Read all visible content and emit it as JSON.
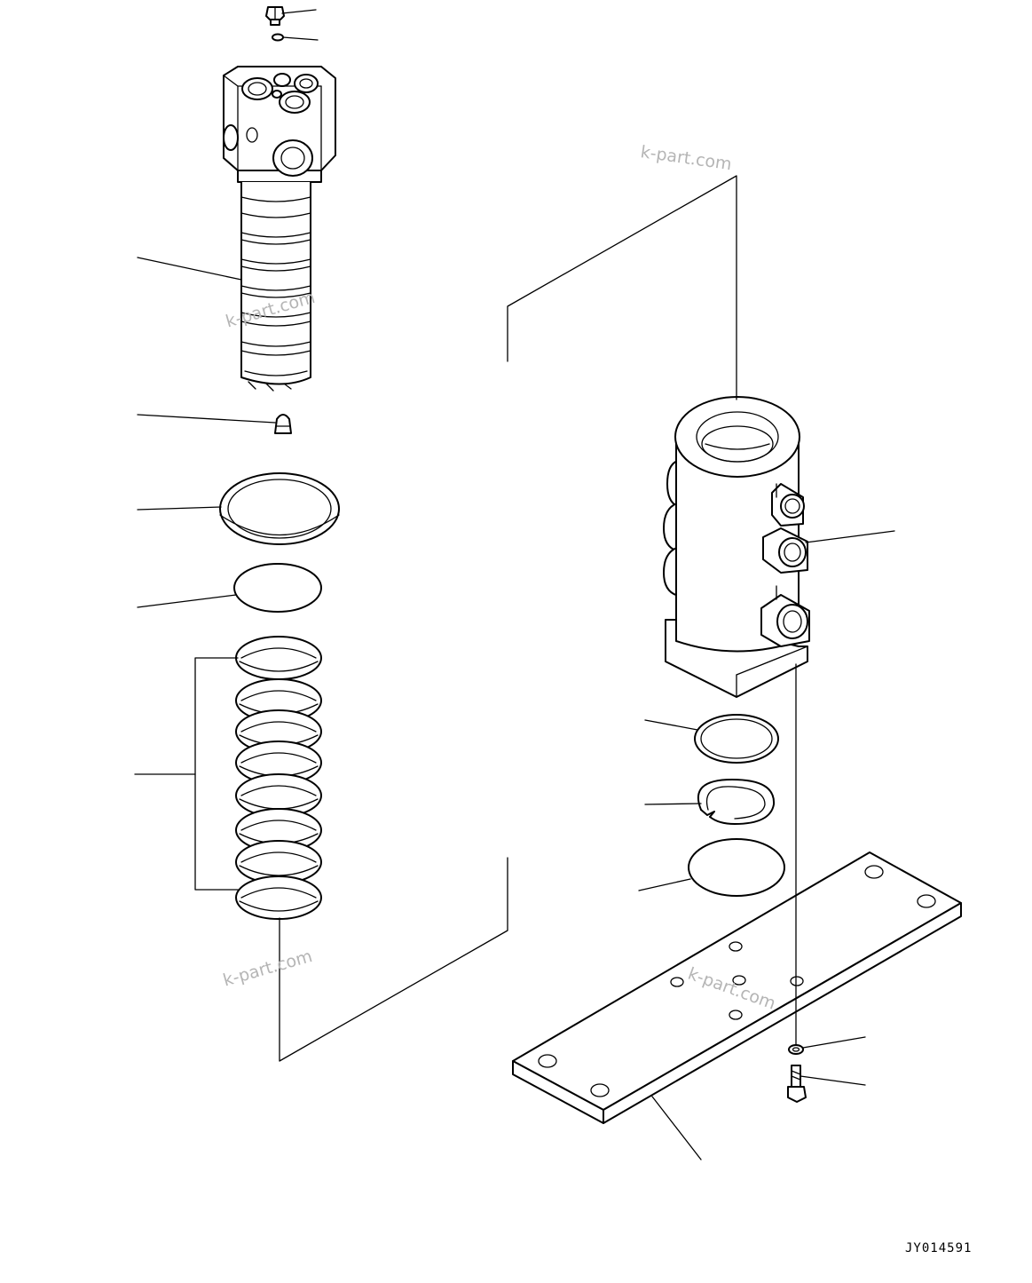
{
  "drawing_code": "JY014591",
  "watermarks": [
    "k-part.com",
    "k-part.com",
    "k-part.com",
    "k-part.com"
  ]
}
